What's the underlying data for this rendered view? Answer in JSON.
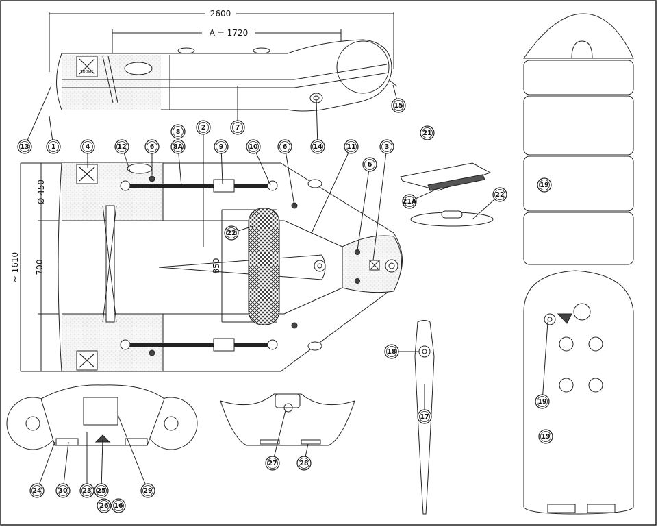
{
  "dimensions": {
    "overall_length": "2600",
    "tube_length": "A = 1720",
    "tube_diameter": "Ø 450",
    "overall_width": "~ 1610",
    "inner_width": "700",
    "floor_length": "850"
  },
  "brand_logo": "ZODIAC",
  "callouts": [
    "1",
    "2",
    "3",
    "4",
    "6",
    "6",
    "6",
    "7",
    "8",
    "8A",
    "9",
    "10",
    "11",
    "12",
    "13",
    "14",
    "15",
    "16",
    "17",
    "18",
    "19",
    "19",
    "19",
    "21",
    "21A",
    "22",
    "22",
    "23",
    "24",
    "25",
    "26",
    "27",
    "28",
    "29",
    "30"
  ],
  "colors": {
    "line": "#222222",
    "fabric": "#efefef",
    "grid": "#555555"
  }
}
